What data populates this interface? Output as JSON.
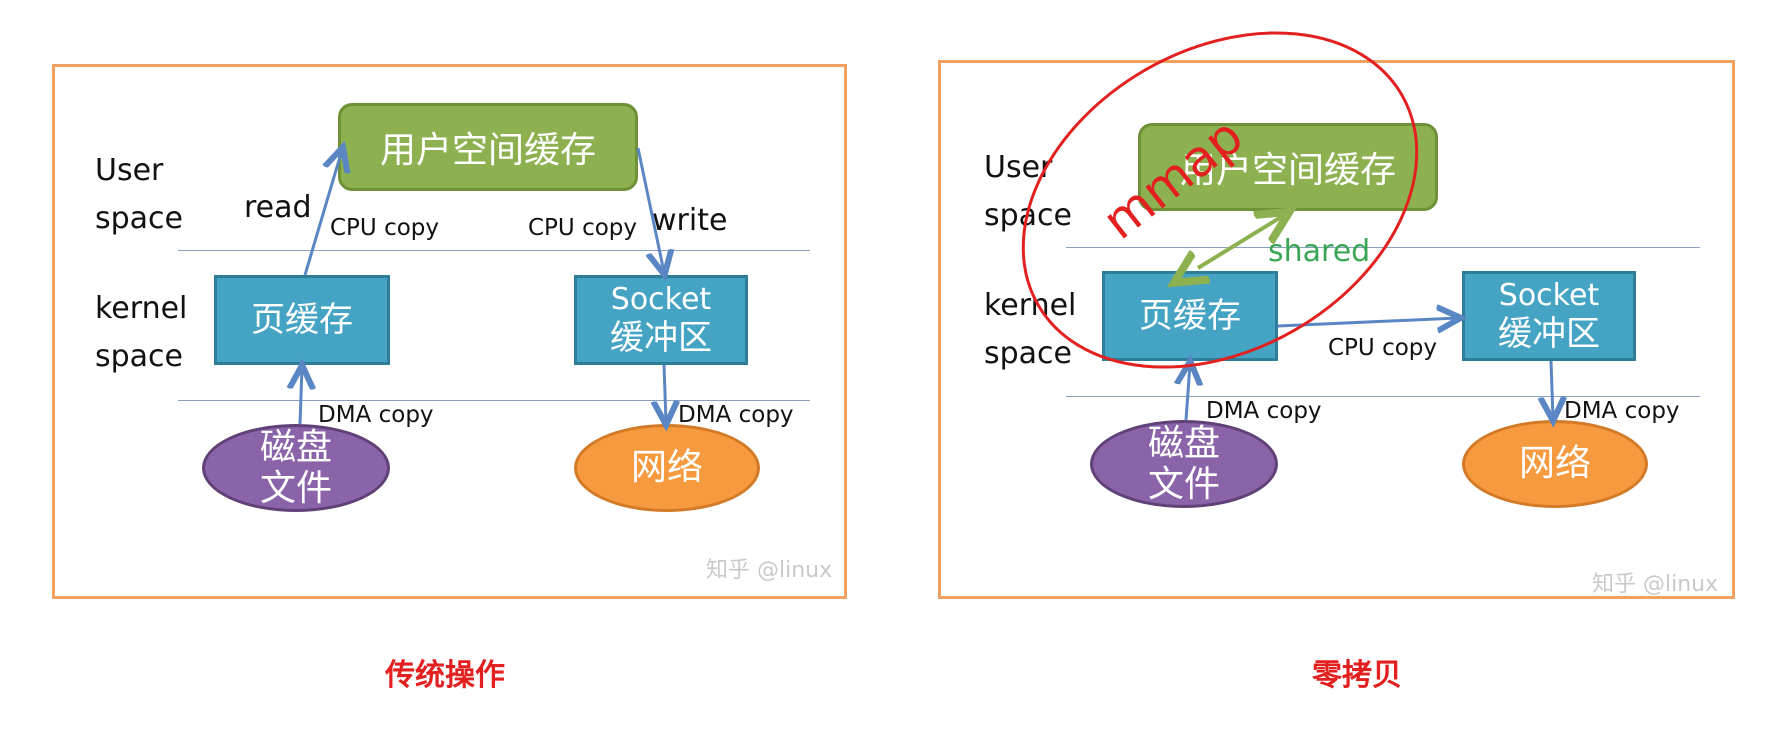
{
  "left": {
    "labels": {
      "user": "User",
      "user_space": "space",
      "kernel": "kernel",
      "kernel_space": "space"
    },
    "user_cache": "用户空间缓存",
    "page_cache": "页缓存",
    "socket_line1": "Socket",
    "socket_line2": "缓冲区",
    "disk_line1": "磁盘",
    "disk_line2": "文件",
    "network": "网络",
    "read": "read",
    "write": "write",
    "cpu_copy_left": "CPU copy",
    "cpu_copy_right": "CPU copy",
    "dma_copy_left": "DMA copy",
    "dma_copy_right": "DMA copy",
    "watermark": "知乎 @linux",
    "caption": "传统操作"
  },
  "right": {
    "labels": {
      "user": "User",
      "user_space": "space",
      "kernel": "kernel",
      "kernel_space": "space"
    },
    "user_cache": "用户空间缓存",
    "page_cache": "页缓存",
    "socket_line1": "Socket",
    "socket_line2": "缓冲区",
    "disk_line1": "磁盘",
    "disk_line2": "文件",
    "network": "网络",
    "shared": "shared",
    "mmap": "mmap",
    "cpu_copy": "CPU copy",
    "dma_copy_left": "DMA copy",
    "dma_copy_right": "DMA copy",
    "watermark": "知乎 @linux",
    "caption": "零拷贝"
  },
  "colors": {
    "panel_border": "#f0a060",
    "user_cache_box": "#8db150",
    "kernel_box": "#45a3c4",
    "disk": "#8a63a8",
    "network": "#f59a3e",
    "arrow": "#5b86c4",
    "shared_arrow": "#8db150",
    "mmap_annotation": "#e32020",
    "caption": "#e32020"
  }
}
